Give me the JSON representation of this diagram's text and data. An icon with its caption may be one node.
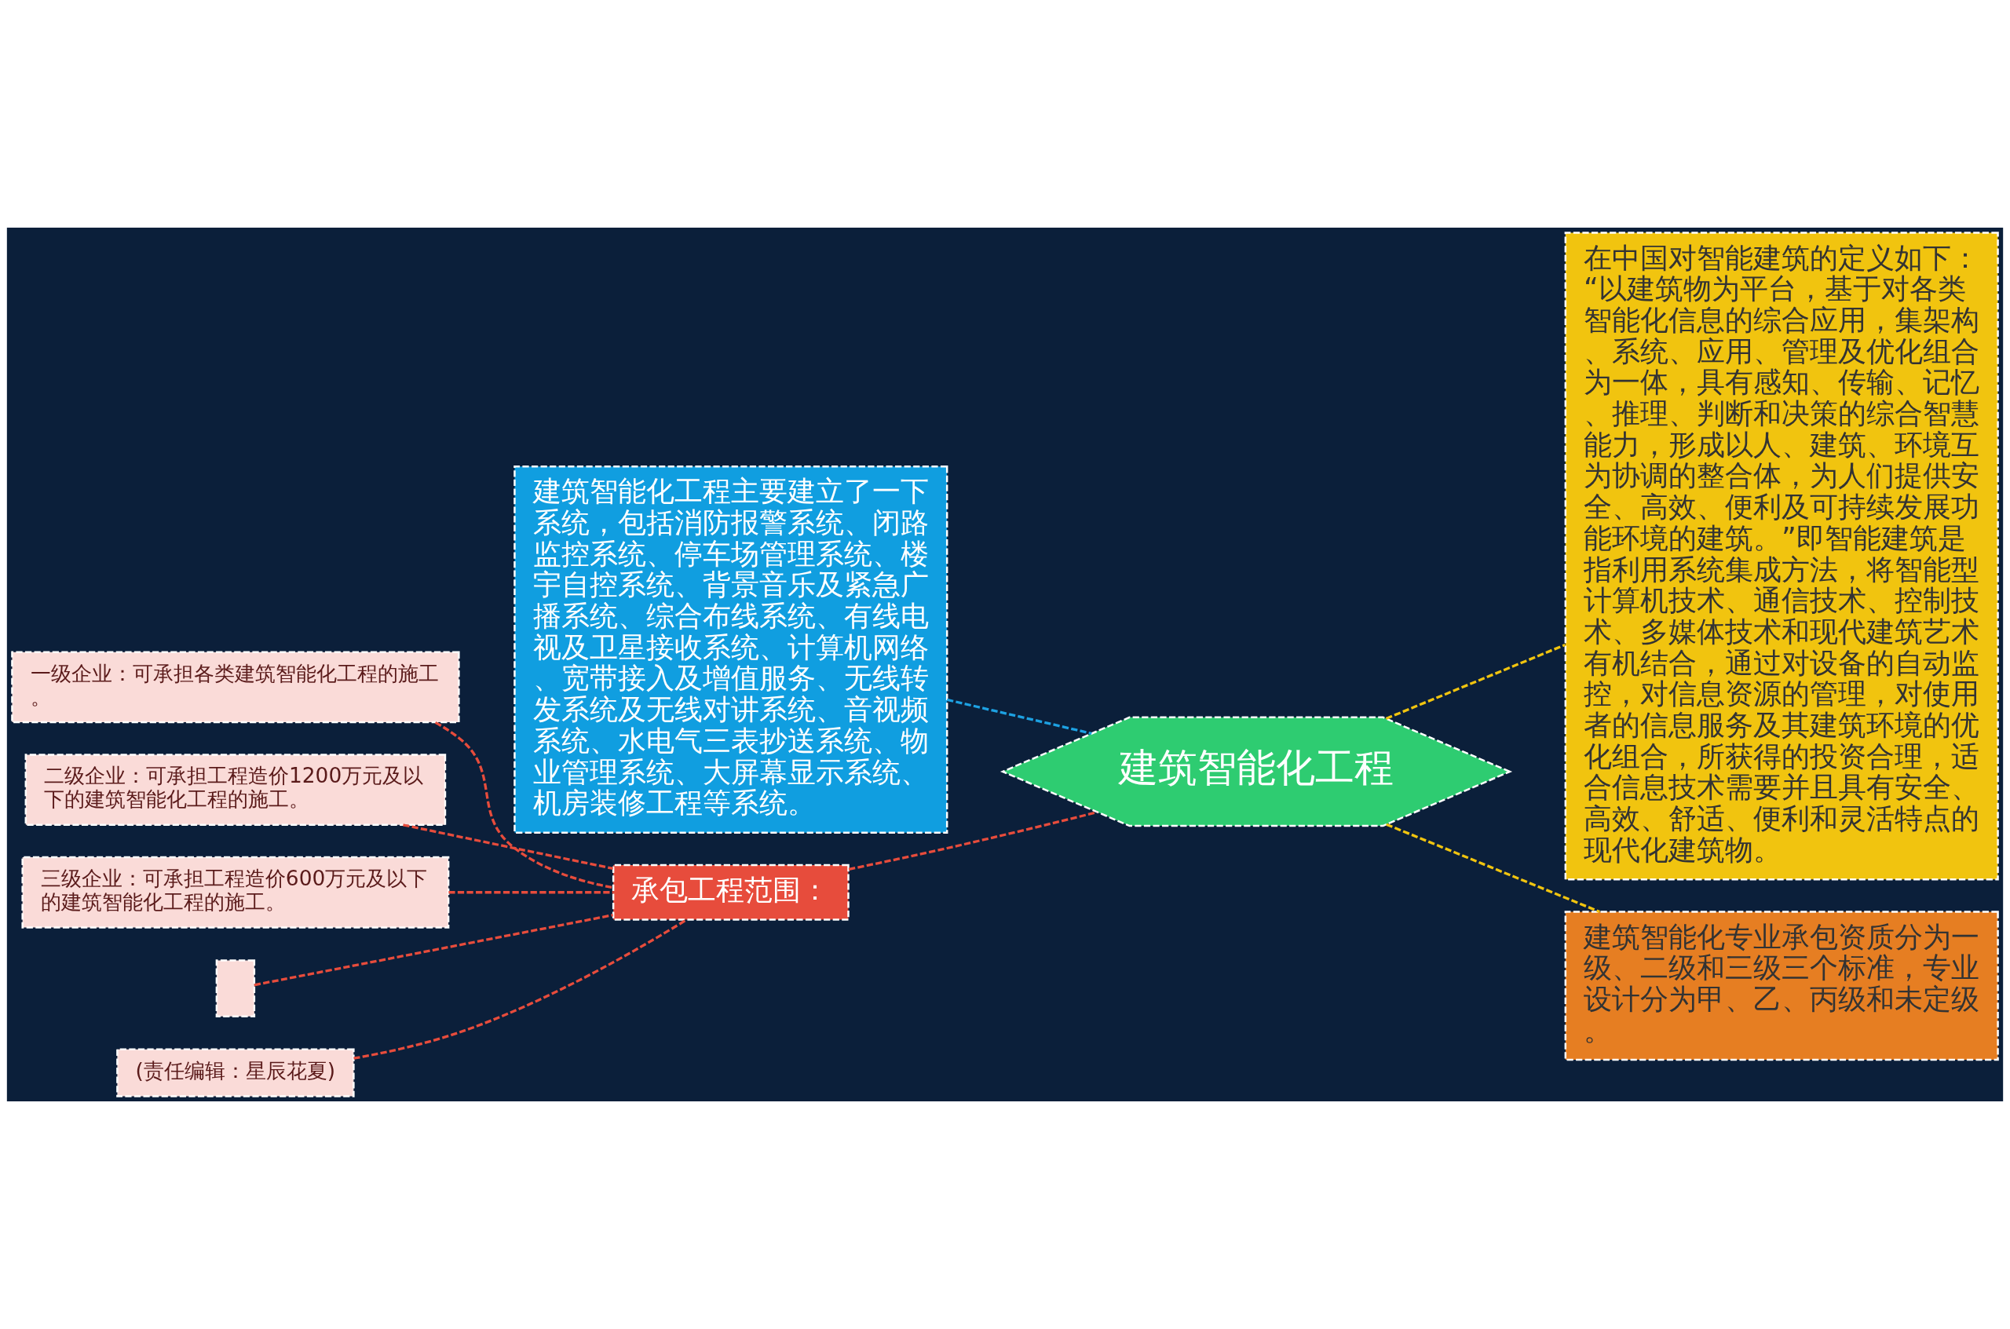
{
  "diagram": {
    "nodes": [
      {
        "text": [
          "建筑智能化工程"
        ]
      },
      {
        "text": [
          "建筑智能化工程主要建立了一下系统，包括消防报警系统、闭路监控系统、停车场管理系统、楼宇自控系统、背景音乐及紧急广播系统、综合布线系统、有线电视及卫星接收系统、计算机网络、宽带接入及增值服务、无线转发系统及无线对讲系统、音视频系统、水电气三表抄送系统、物业管理系统、大屏幕显示系统、机房装修工程等系统。"
        ]
      },
      {
        "text": [
          "承包工程范围："
        ]
      },
      {
        "text": [
          "一级企业：可承担各类建筑智能化工程的施工。"
        ]
      },
      {
        "text": [
          "二级企业：可承担工程造价1200万元及以下的建筑智能化工程的施工。"
        ]
      },
      {
        "text": [
          "三级企业：可承担工程造价600万元及以下的建筑智能化工程的施工。"
        ]
      },
      {
        "text": [],
        "shape": "box"
      },
      {
        "text": [
          "(责任编辑：星辰花夏)"
        ]
      },
      {
        "text": [
          "在中国对智能建筑的定义如下：“以建筑物为平台，基于对各类智能化信息的综合应用，集架构、系统、应用、管理及优化组合为一体，具有感知、传输、记忆、推理、判断和决策的综合智慧能力，形成以人、建筑、环境互为协调的整合体，为人们提供安全、高效、便利及可持续发展功能环境的建筑。”即智能建筑是指利用系统集成方法，将智能型计算机技术、通信技术、控制技术、多媒体技术和现代建筑艺术有机结合，通过对设备的自动监控，对信息资源的管理，对使用者的信息服务及其建筑环境的优化组合，所获得的投资合理，适合信息技术需要并且具有安全、高效、舒适、便利和灵活特点的现代化建筑物。"
        ]
      },
      {
        "text": [
          "建筑智能化专业承包资质分为一级、二级和三级三个标准，专业设计分为甲、乙、丙级和未定级。"
        ]
      }
    ],
    "edges": [
      {
        "from": 0,
        "to": 1,
        "arrow": "none",
        "style": "dashed",
        "color": "#1da1e2"
      },
      {
        "from": 0,
        "to": 2,
        "arrow": "none",
        "style": "dashed"
      },
      {
        "from": 2,
        "to": 3,
        "arrow": "none",
        "style": "dashed"
      },
      {
        "from": 2,
        "to": 4,
        "arrow": "none",
        "style": "dashed"
      },
      {
        "from": 2,
        "to": 5,
        "arrow": "none",
        "style": "dashed"
      },
      {
        "from": 2,
        "to": 6,
        "arrow": "none",
        "style": "dashed"
      },
      {
        "from": 2,
        "to": 7,
        "arrow": "none",
        "style": "dashed"
      },
      {
        "from": 0,
        "to": 8,
        "arrow": "none",
        "style": "dashed",
        "color": "#f1c40f"
      },
      {
        "from": 0,
        "to": 9,
        "arrow": "none",
        "style": "dashed",
        "color": "#f1c40f"
      }
    ]
  }
}
